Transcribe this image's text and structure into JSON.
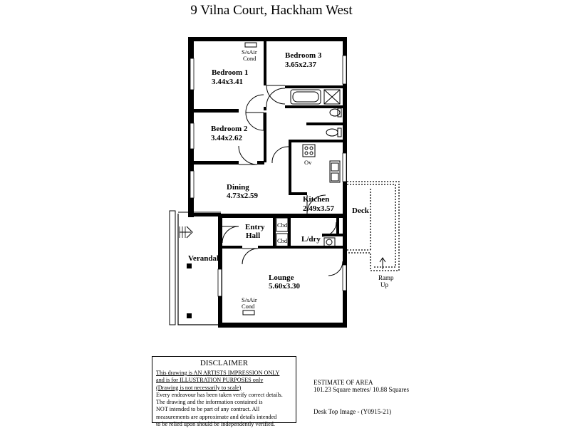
{
  "title": "9 Vilna Court, Hackham West",
  "rooms": {
    "bedroom1": {
      "name": "Bedroom 1",
      "size": "3.44x3.41"
    },
    "bedroom3": {
      "name": "Bedroom 3",
      "size": "3.65x2.37"
    },
    "bedroom2": {
      "name": "Bedroom 2",
      "size": "3.44x2.62"
    },
    "dining": {
      "name": "Dining",
      "size": "4.73x2.59"
    },
    "kitchen": {
      "name": "Kitchen",
      "size": "2.49x3.57"
    },
    "entry": {
      "line1": "Entry",
      "line2": "Hall"
    },
    "lounge": {
      "name": "Lounge",
      "size": "5.60x3.30"
    },
    "verandah": {
      "name": "Verandah"
    },
    "deck": {
      "name": "Deck"
    },
    "laundry": {
      "name": "L/dry"
    }
  },
  "labels": {
    "aircon_top": {
      "line1": "S/sAir",
      "line2": "Cond"
    },
    "aircon_bottom": {
      "line1": "S/sAir",
      "line2": "Cond"
    },
    "oven": "Ov",
    "cupboard1": "Cbd",
    "cupboard2": "Cbd",
    "ramp": {
      "line1": "Ramp",
      "line2": "Up"
    }
  },
  "disclaimer": {
    "title": "DISCLAIMER",
    "line1": "This drawing is AN ARTISTS IMPRESSION ONLY",
    "line2": "and is for ILLUSTRATION PURPOSES only",
    "line3": "(Drawing is not necessarily to scale)",
    "line4": "Every endeavour has been taken verify correct details.",
    "line5": "The drawing and the information contained is",
    "line6": "NOT intended to be part of any contract.  All",
    "line7": "measurements are approximate and details intended",
    "line8": "to be relied upon should be independently verified."
  },
  "area": {
    "heading": "ESTIMATE OF AREA",
    "value": "101.23 Square metres/  10.88 Squares"
  },
  "image_ref": "Desk Top Image - (Y0915-21)"
}
